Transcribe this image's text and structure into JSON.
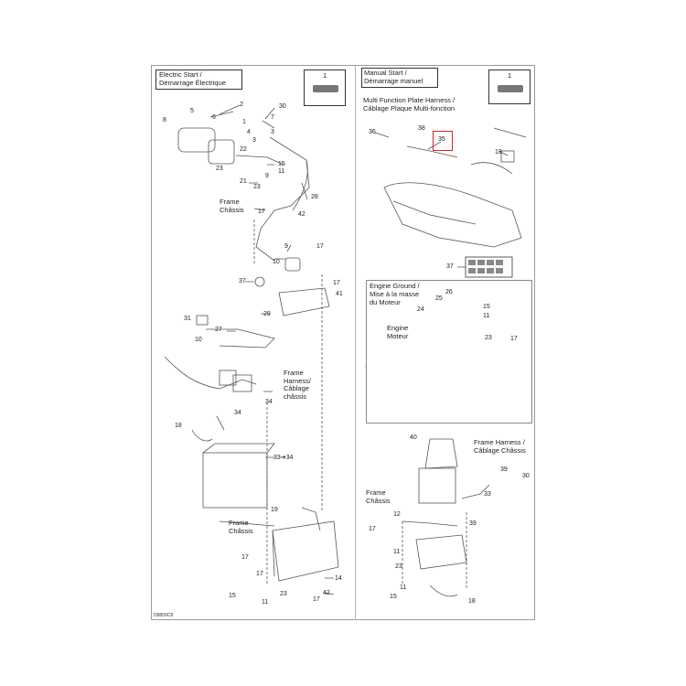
{
  "left_panel": {
    "title_line1": "Electric Start /",
    "title_line2": "Démarrage Électrique",
    "icon_number": "1",
    "labels": {
      "frame_chassis_1": "Frame\nChâssis",
      "frame_harness": "Frame\nHarness/\nCâblage\nchâssis",
      "frame_chassis_2": "Frame\nChâssis"
    },
    "numbers": [
      "2",
      "5",
      "6",
      "30",
      "1",
      "7",
      "8",
      "4",
      "3",
      "3",
      "22",
      "15",
      "11",
      "23",
      "21",
      "9",
      "23",
      "17",
      "28",
      "42",
      "9",
      "17",
      "10",
      "37",
      "17",
      "41",
      "29",
      "31",
      "27",
      "10",
      "34",
      "18",
      "34",
      "33➔34",
      "19",
      "17",
      "14",
      "17",
      "15",
      "11",
      "23",
      "17",
      "42"
    ]
  },
  "right_panel": {
    "title_line1": "Manual Start /",
    "title_line2": "Démarrage manuel",
    "icon_number": "1",
    "subtitle_line1": "Multi Function Plate Harness /",
    "subtitle_line2": "Câblage Plaque Multi-fonction",
    "highlighted_callout": "35",
    "engine_ground_line1": "Engine Ground /",
    "engine_ground_line2": "Mise à la masse",
    "engine_ground_line3": "du Moteur",
    "engine_label": "Engine\nMoteur",
    "frame_harness_line1": "Frame Harness /",
    "frame_harness_line2": "Câblage Châssis",
    "frame_chassis": "Frame\nChâssis",
    "numbers": [
      "36",
      "38",
      "13",
      "37",
      "26",
      "25",
      "15",
      "24",
      "11",
      "23",
      "17",
      "40",
      "39",
      "30",
      "33",
      "12",
      "39",
      "17",
      "11",
      "23",
      "15",
      "11",
      "18"
    ]
  },
  "reference_code": "D8809C8",
  "colors": {
    "highlight": "#e02020",
    "line": "#555555"
  }
}
